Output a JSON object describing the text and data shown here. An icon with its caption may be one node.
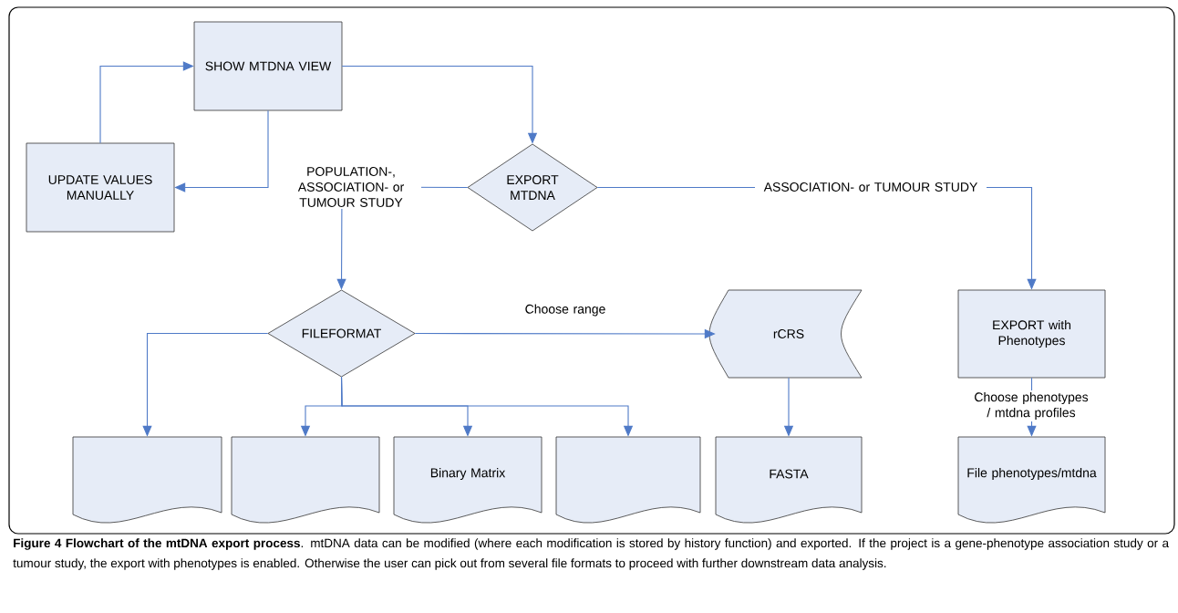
{
  "diagram": {
    "caption": "**Figure 4 Flowchart of the mtDNA export process**. mtDNA data can be modified (where each modification is stored by history function) and exported. If the project is a gene-phenotype association study or a tumour study, the export with phenotypes is enabled. Otherwise the user can pick out from several file formats to proceed with further downstream data analysis.",
    "nodes": [
      {
        "text": [
          "SHOW MTDNA VIEW"
        ]
      },
      {
        "text": [
          "UPDATE VALUES MANUALLY"
        ]
      },
      {
        "text": [
          "EXPORT MTDNA"
        ]
      },
      {
        "text": [
          "FILEFORMAT"
        ]
      },
      {
        "text": [
          "rCRS"
        ]
      },
      {
        "text": [
          "EXPORT with Phenotypes"
        ]
      },
      {
        "text": [],
        "shape": "document"
      },
      {
        "text": [],
        "shape": "document"
      },
      {
        "text": [
          "Binary Matrix"
        ]
      },
      {
        "text": [],
        "shape": "document"
      },
      {
        "text": [
          "FASTA"
        ]
      },
      {
        "text": [
          "File phenotypes/mtdna"
        ]
      }
    ],
    "edges": [
      {
        "from": 1,
        "to": 0,
        "arrow": "to"
      },
      {
        "from": 0,
        "to": 1,
        "arrow": "to"
      },
      {
        "from": 0,
        "to": 2,
        "arrow": "to"
      },
      {
        "from": 2,
        "to": 3,
        "arrow": "to",
        "label": "POPULATION-, ASSOCIATION- or TUMOUR STUDY"
      },
      {
        "from": 2,
        "to": 5,
        "arrow": "to",
        "label": "ASSOCIATION- or TUMOUR STUDY"
      },
      {
        "from": 3,
        "to": 4,
        "arrow": "to",
        "label": "Choose range"
      },
      {
        "from": 3,
        "to": 6,
        "arrow": "to"
      },
      {
        "from": 3,
        "to": 7,
        "arrow": "to"
      },
      {
        "from": 3,
        "to": 8,
        "arrow": "to"
      },
      {
        "from": 3,
        "to": 9,
        "arrow": "to"
      },
      {
        "from": 4,
        "to": 10,
        "arrow": "to"
      },
      {
        "from": 5,
        "to": 11,
        "arrow": "to",
        "label": "Choose phenotypes / mtdna profiles"
      }
    ]
  }
}
